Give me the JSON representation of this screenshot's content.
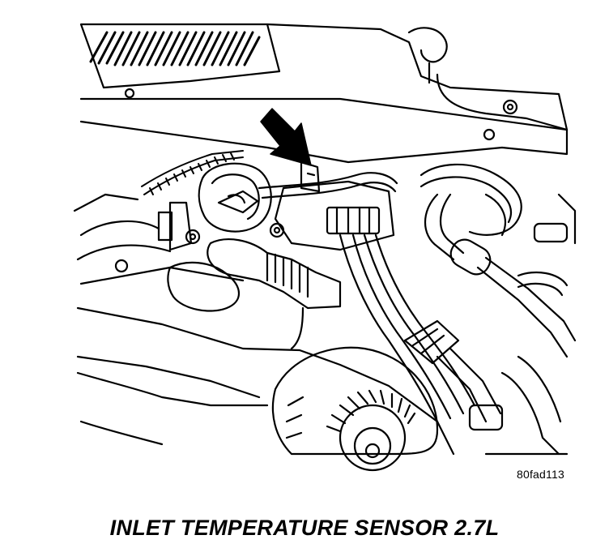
{
  "figure": {
    "id_code": "80fad113",
    "caption": "INLET TEMPERATURE SENSOR 2.7L"
  },
  "callouts": [
    {
      "name": "arrow-pointing-to-inlet-temperature-sensor",
      "icon": "down-right-arrow"
    }
  ]
}
